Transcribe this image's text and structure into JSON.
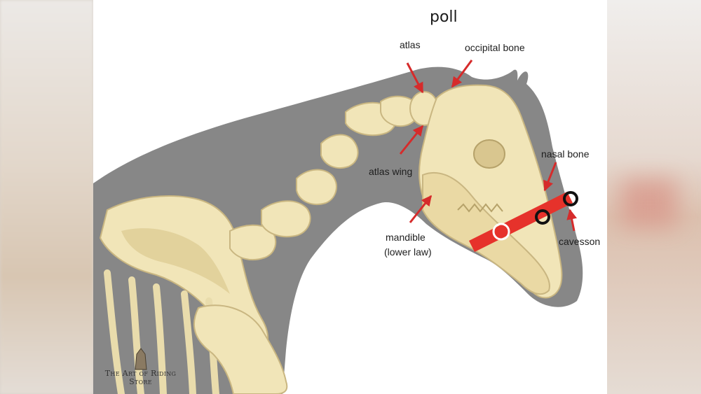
{
  "diagram": {
    "title": "poll",
    "labels": {
      "atlas": "atlas",
      "occipital_bone": "occipital bone",
      "atlas_wing": "atlas wing",
      "nasal_bone": "nasal bone",
      "mandible_line1": "mandible",
      "mandible_line2": "(lower law)",
      "cavesson": "cavesson"
    },
    "logo": {
      "line1": "The Art of Riding",
      "line2": "Store"
    }
  },
  "colors": {
    "silhouette": "#878787",
    "bone": "#f1e5b8",
    "bone_shadow": "#d8c690",
    "arrow": "#d62b2b",
    "noseband": "#e6322b",
    "ring": "#111111"
  }
}
